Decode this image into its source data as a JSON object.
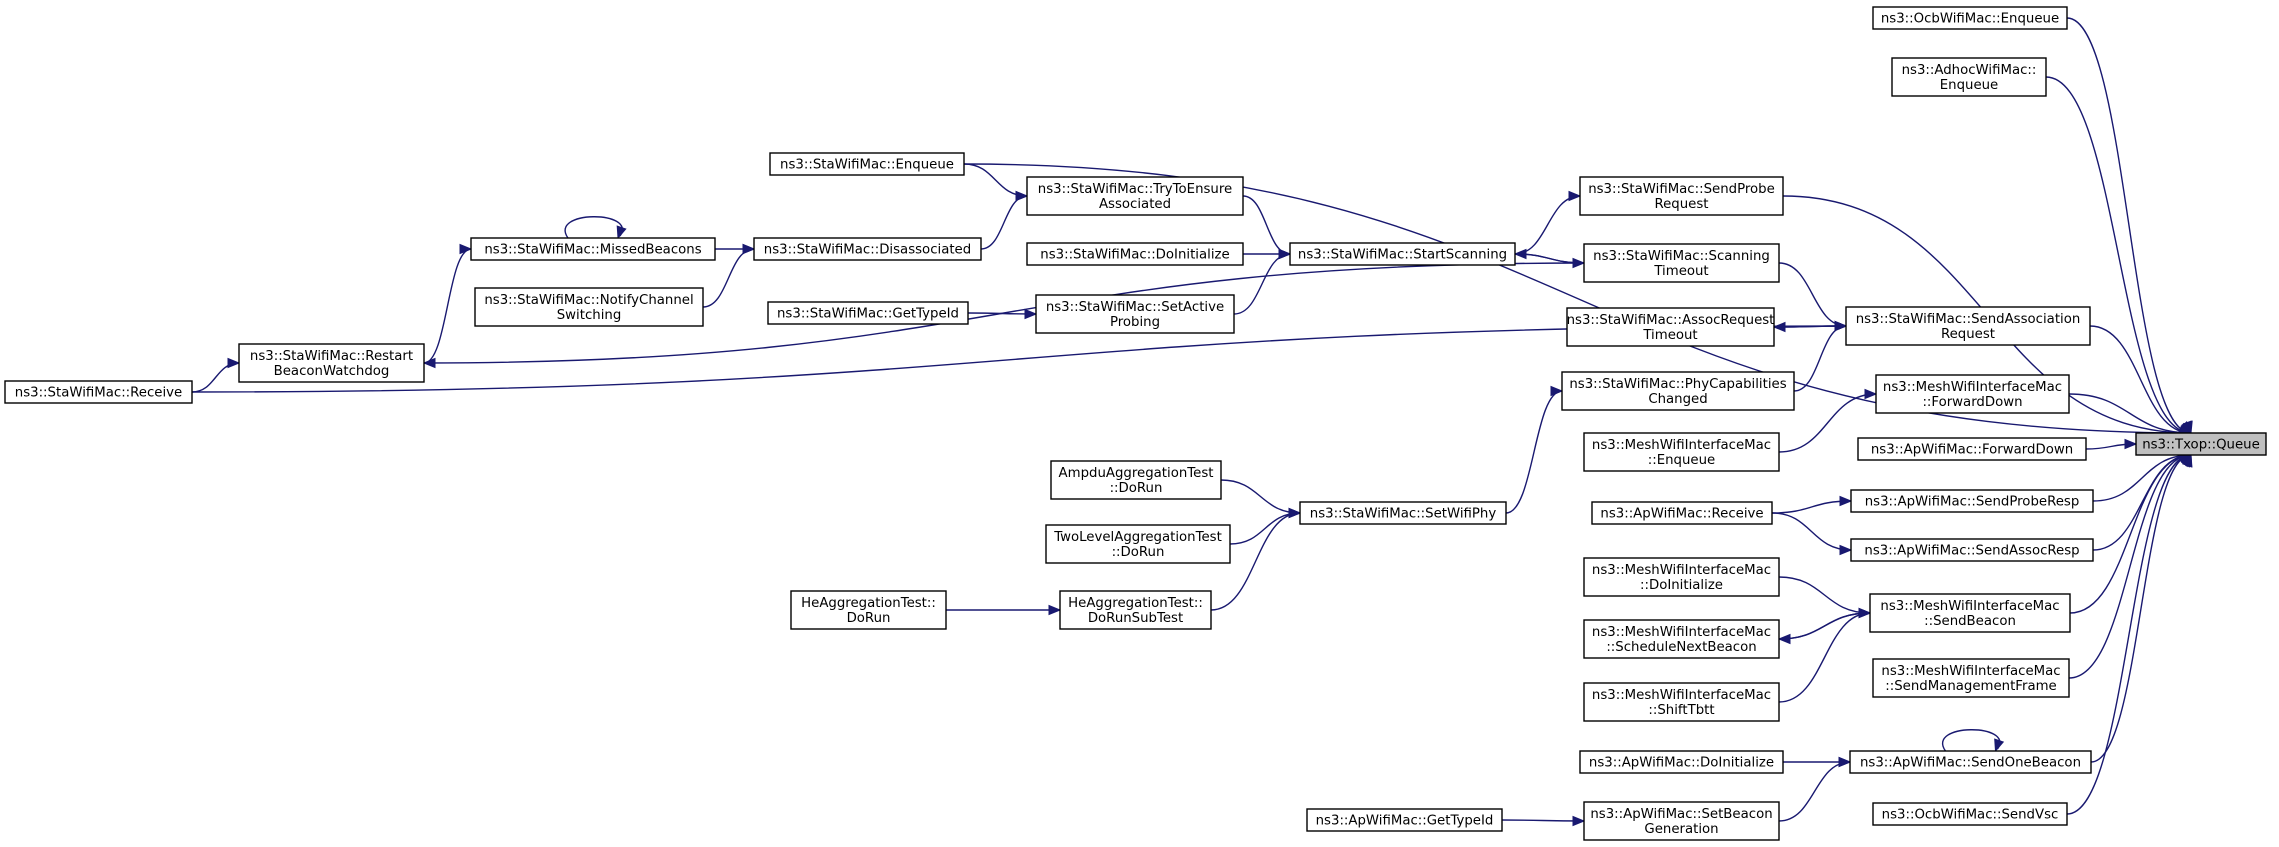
{
  "graph": {
    "root": "ns3::Txop::Queue",
    "nodes": [
      {
        "id": "txop_queue",
        "lines": [
          "ns3::Txop::Queue"
        ],
        "root": true
      },
      {
        "id": "ocb_enqueue",
        "lines": [
          "ns3::OcbWifiMac::Enqueue"
        ]
      },
      {
        "id": "adhoc_enqueue",
        "lines": [
          "ns3::AdhocWifiMac::",
          "Enqueue"
        ]
      },
      {
        "id": "sta_enqueue",
        "lines": [
          "ns3::StaWifiMac::Enqueue"
        ]
      },
      {
        "id": "sta_sendprobe",
        "lines": [
          "ns3::StaWifiMac::SendProbe",
          "Request"
        ]
      },
      {
        "id": "sta_trytoensure",
        "lines": [
          "ns3::StaWifiMac::TryToEnsure",
          "Associated"
        ]
      },
      {
        "id": "sta_startscanning",
        "lines": [
          "ns3::StaWifiMac::StartScanning"
        ]
      },
      {
        "id": "sta_scanningtimeout",
        "lines": [
          "ns3::StaWifiMac::Scanning",
          "Timeout"
        ]
      },
      {
        "id": "sta_doinit",
        "lines": [
          "ns3::StaWifiMac::DoInitialize"
        ]
      },
      {
        "id": "sta_missedbeacons",
        "lines": [
          "ns3::StaWifiMac::MissedBeacons"
        ]
      },
      {
        "id": "sta_disassociated",
        "lines": [
          "ns3::StaWifiMac::Disassociated"
        ]
      },
      {
        "id": "sta_notifychannel",
        "lines": [
          "ns3::StaWifiMac::NotifyChannel",
          "Switching"
        ]
      },
      {
        "id": "sta_gettypeid",
        "lines": [
          "ns3::StaWifiMac::GetTypeId"
        ]
      },
      {
        "id": "sta_setactive",
        "lines": [
          "ns3::StaWifiMac::SetActive",
          "Probing"
        ]
      },
      {
        "id": "sta_assocreqtimeout",
        "lines": [
          "ns3::StaWifiMac::AssocRequest",
          "Timeout"
        ]
      },
      {
        "id": "sta_sendassocreq",
        "lines": [
          "ns3::StaWifiMac::SendAssociation",
          "Request"
        ]
      },
      {
        "id": "sta_restartbeacon",
        "lines": [
          "ns3::StaWifiMac::Restart",
          "BeaconWatchdog"
        ]
      },
      {
        "id": "sta_receive",
        "lines": [
          "ns3::StaWifiMac::Receive"
        ]
      },
      {
        "id": "sta_phycap",
        "lines": [
          "ns3::StaWifiMac::PhyCapabilities",
          "Changed"
        ]
      },
      {
        "id": "mesh_forwarddown",
        "lines": [
          "ns3::MeshWifiInterfaceMac",
          "::ForwardDown"
        ]
      },
      {
        "id": "mesh_enqueue",
        "lines": [
          "ns3::MeshWifiInterfaceMac",
          "::Enqueue"
        ]
      },
      {
        "id": "ap_forwarddown",
        "lines": [
          "ns3::ApWifiMac::ForwardDown"
        ]
      },
      {
        "id": "ap_sendproberesp",
        "lines": [
          "ns3::ApWifiMac::SendProbeResp"
        ]
      },
      {
        "id": "ap_receive",
        "lines": [
          "ns3::ApWifiMac::Receive"
        ]
      },
      {
        "id": "ap_sendassocresp",
        "lines": [
          "ns3::ApWifiMac::SendAssocResp"
        ]
      },
      {
        "id": "ampdu_dorun",
        "lines": [
          "AmpduAggregationTest",
          "::DoRun"
        ]
      },
      {
        "id": "sta_setwifiphy",
        "lines": [
          "ns3::StaWifiMac::SetWifiPhy"
        ]
      },
      {
        "id": "twolevel_dorun",
        "lines": [
          "TwoLevelAggregationTest",
          "::DoRun"
        ]
      },
      {
        "id": "he_dorun",
        "lines": [
          "HeAggregationTest::",
          "DoRun"
        ]
      },
      {
        "id": "he_dorunsub",
        "lines": [
          "HeAggregationTest::",
          "DoRunSubTest"
        ]
      },
      {
        "id": "mesh_doinit",
        "lines": [
          "ns3::MeshWifiInterfaceMac",
          "::DoInitialize"
        ]
      },
      {
        "id": "mesh_sendbeacon",
        "lines": [
          "ns3::MeshWifiInterfaceMac",
          "::SendBeacon"
        ]
      },
      {
        "id": "mesh_schednext",
        "lines": [
          "ns3::MeshWifiInterfaceMac",
          "::ScheduleNextBeacon"
        ]
      },
      {
        "id": "mesh_sendmgmt",
        "lines": [
          "ns3::MeshWifiInterfaceMac",
          "::SendManagementFrame"
        ]
      },
      {
        "id": "mesh_shifttbtt",
        "lines": [
          "ns3::MeshWifiInterfaceMac",
          "::ShiftTbtt"
        ]
      },
      {
        "id": "ap_doinit",
        "lines": [
          "ns3::ApWifiMac::DoInitialize"
        ]
      },
      {
        "id": "ap_sendonebeacon",
        "lines": [
          "ns3::ApWifiMac::SendOneBeacon"
        ]
      },
      {
        "id": "ap_gettypeid",
        "lines": [
          "ns3::ApWifiMac::GetTypeId"
        ]
      },
      {
        "id": "ap_setbeacongen",
        "lines": [
          "ns3::ApWifiMac::SetBeacon",
          "Generation"
        ]
      },
      {
        "id": "ocb_sendvsc",
        "lines": [
          "ns3::OcbWifiMac::SendVsc"
        ]
      }
    ],
    "edges": [
      {
        "from": "ocb_enqueue",
        "to": "txop_queue"
      },
      {
        "from": "adhoc_enqueue",
        "to": "txop_queue"
      },
      {
        "from": "sta_enqueue",
        "to": "txop_queue"
      },
      {
        "from": "sta_enqueue",
        "to": "sta_trytoensure"
      },
      {
        "from": "sta_sendprobe",
        "to": "txop_queue"
      },
      {
        "from": "sta_startscanning",
        "to": "sta_sendprobe"
      },
      {
        "from": "sta_trytoensure",
        "to": "sta_startscanning"
      },
      {
        "from": "sta_disassociated",
        "to": "sta_trytoensure"
      },
      {
        "from": "sta_missedbeacons",
        "to": "sta_disassociated"
      },
      {
        "from": "sta_notifychannel",
        "to": "sta_disassociated"
      },
      {
        "from": "sta_missedbeacons",
        "to": "sta_missedbeacons"
      },
      {
        "from": "sta_restartbeacon",
        "to": "sta_missedbeacons"
      },
      {
        "from": "sta_receive",
        "to": "sta_restartbeacon"
      },
      {
        "from": "sta_scanningtimeout",
        "to": "sta_restartbeacon"
      },
      {
        "from": "sta_doinit",
        "to": "sta_startscanning"
      },
      {
        "from": "sta_setactive",
        "to": "sta_startscanning"
      },
      {
        "from": "sta_gettypeid",
        "to": "sta_setactive"
      },
      {
        "from": "sta_scanningtimeout",
        "to": "sta_startscanning"
      },
      {
        "from": "sta_startscanning",
        "to": "sta_scanningtimeout"
      },
      {
        "from": "sta_scanningtimeout",
        "to": "sta_sendassocreq"
      },
      {
        "from": "sta_sendassocreq",
        "to": "sta_assocreqtimeout"
      },
      {
        "from": "sta_assocreqtimeout",
        "to": "sta_sendassocreq"
      },
      {
        "from": "sta_phycap",
        "to": "sta_sendassocreq"
      },
      {
        "from": "sta_receive",
        "to": "sta_sendassocreq"
      },
      {
        "from": "sta_sendassocreq",
        "to": "txop_queue"
      },
      {
        "from": "sta_setwifiphy",
        "to": "sta_phycap"
      },
      {
        "from": "ampdu_dorun",
        "to": "sta_setwifiphy"
      },
      {
        "from": "twolevel_dorun",
        "to": "sta_setwifiphy"
      },
      {
        "from": "he_dorunsub",
        "to": "sta_setwifiphy"
      },
      {
        "from": "he_dorun",
        "to": "he_dorunsub"
      },
      {
        "from": "mesh_enqueue",
        "to": "mesh_forwarddown"
      },
      {
        "from": "mesh_forwarddown",
        "to": "txop_queue"
      },
      {
        "from": "ap_forwarddown",
        "to": "txop_queue"
      },
      {
        "from": "ap_receive",
        "to": "ap_sendproberesp"
      },
      {
        "from": "ap_receive",
        "to": "ap_sendassocresp"
      },
      {
        "from": "ap_sendproberesp",
        "to": "txop_queue"
      },
      {
        "from": "ap_sendassocresp",
        "to": "txop_queue"
      },
      {
        "from": "mesh_doinit",
        "to": "mesh_sendbeacon"
      },
      {
        "from": "mesh_sendbeacon",
        "to": "mesh_schednext"
      },
      {
        "from": "mesh_schednext",
        "to": "mesh_sendbeacon"
      },
      {
        "from": "mesh_shifttbtt",
        "to": "mesh_sendbeacon"
      },
      {
        "from": "mesh_sendbeacon",
        "to": "txop_queue"
      },
      {
        "from": "mesh_sendmgmt",
        "to": "txop_queue"
      },
      {
        "from": "ap_doinit",
        "to": "ap_sendonebeacon"
      },
      {
        "from": "ap_sendonebeacon",
        "to": "ap_sendonebeacon"
      },
      {
        "from": "ap_setbeacongen",
        "to": "ap_sendonebeacon"
      },
      {
        "from": "ap_gettypeid",
        "to": "ap_setbeacongen"
      },
      {
        "from": "ap_sendonebeacon",
        "to": "txop_queue"
      },
      {
        "from": "ocb_sendvsc",
        "to": "txop_queue"
      }
    ]
  }
}
